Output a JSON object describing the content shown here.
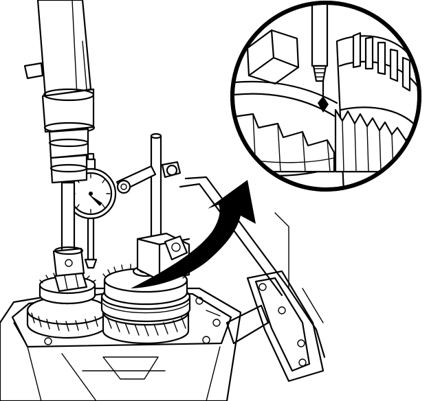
{
  "figure": {
    "kind": "technical line illustration",
    "colors": {
      "ink": "#000000",
      "paper": "#ffffff"
    },
    "parts": [
      "transmission-case",
      "countershaft-gear",
      "synchronizer-assembly",
      "dial-indicator",
      "magnetic-base-stand",
      "indicator-rod",
      "spindle-extension",
      "mounting-bracket",
      "callout-arrow",
      "detail-magnifier"
    ]
  }
}
